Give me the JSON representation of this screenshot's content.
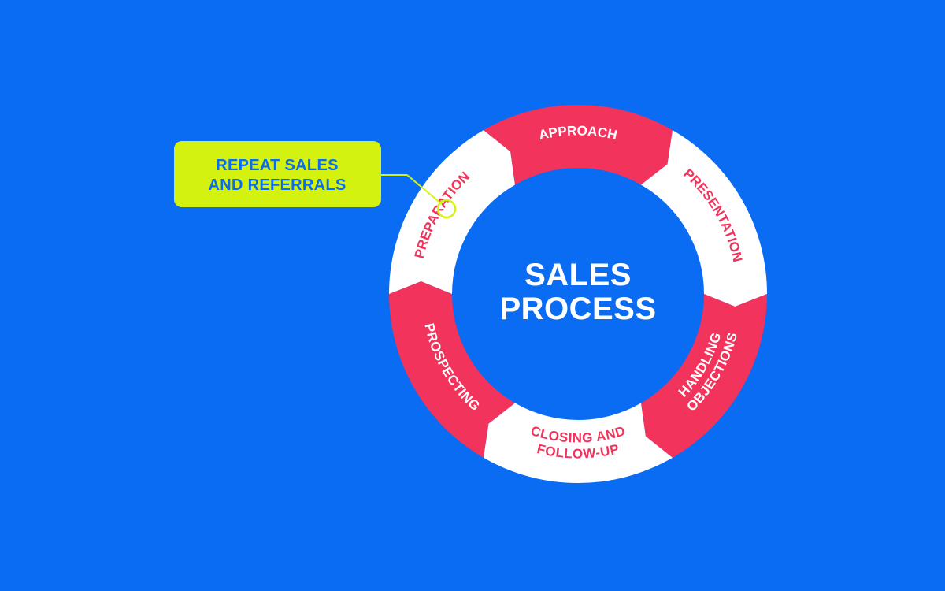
{
  "colors": {
    "background": "#0a6cf2",
    "segment_pink": "#f2335c",
    "segment_white": "#ffffff",
    "callout_fill": "#d4f20f",
    "callout_text": "#0a6cf2",
    "center_text": "#ffffff"
  },
  "diagram": {
    "center_title": [
      "SALES",
      "PROCESS"
    ],
    "callout": [
      "REPEAT SALES",
      "AND REFERRALS"
    ],
    "steps": [
      {
        "lines": [
          "PROSPECTING"
        ],
        "color": "pink"
      },
      {
        "lines": [
          "PREPARATION"
        ],
        "color": "white"
      },
      {
        "lines": [
          "APPROACH"
        ],
        "color": "pink"
      },
      {
        "lines": [
          "PRESENTATION"
        ],
        "color": "white"
      },
      {
        "lines": [
          "HANDLING",
          "OBJECTIONS"
        ],
        "color": "pink"
      },
      {
        "lines": [
          "CLOSING AND",
          "FOLLOW-UP"
        ],
        "color": "white"
      }
    ]
  }
}
